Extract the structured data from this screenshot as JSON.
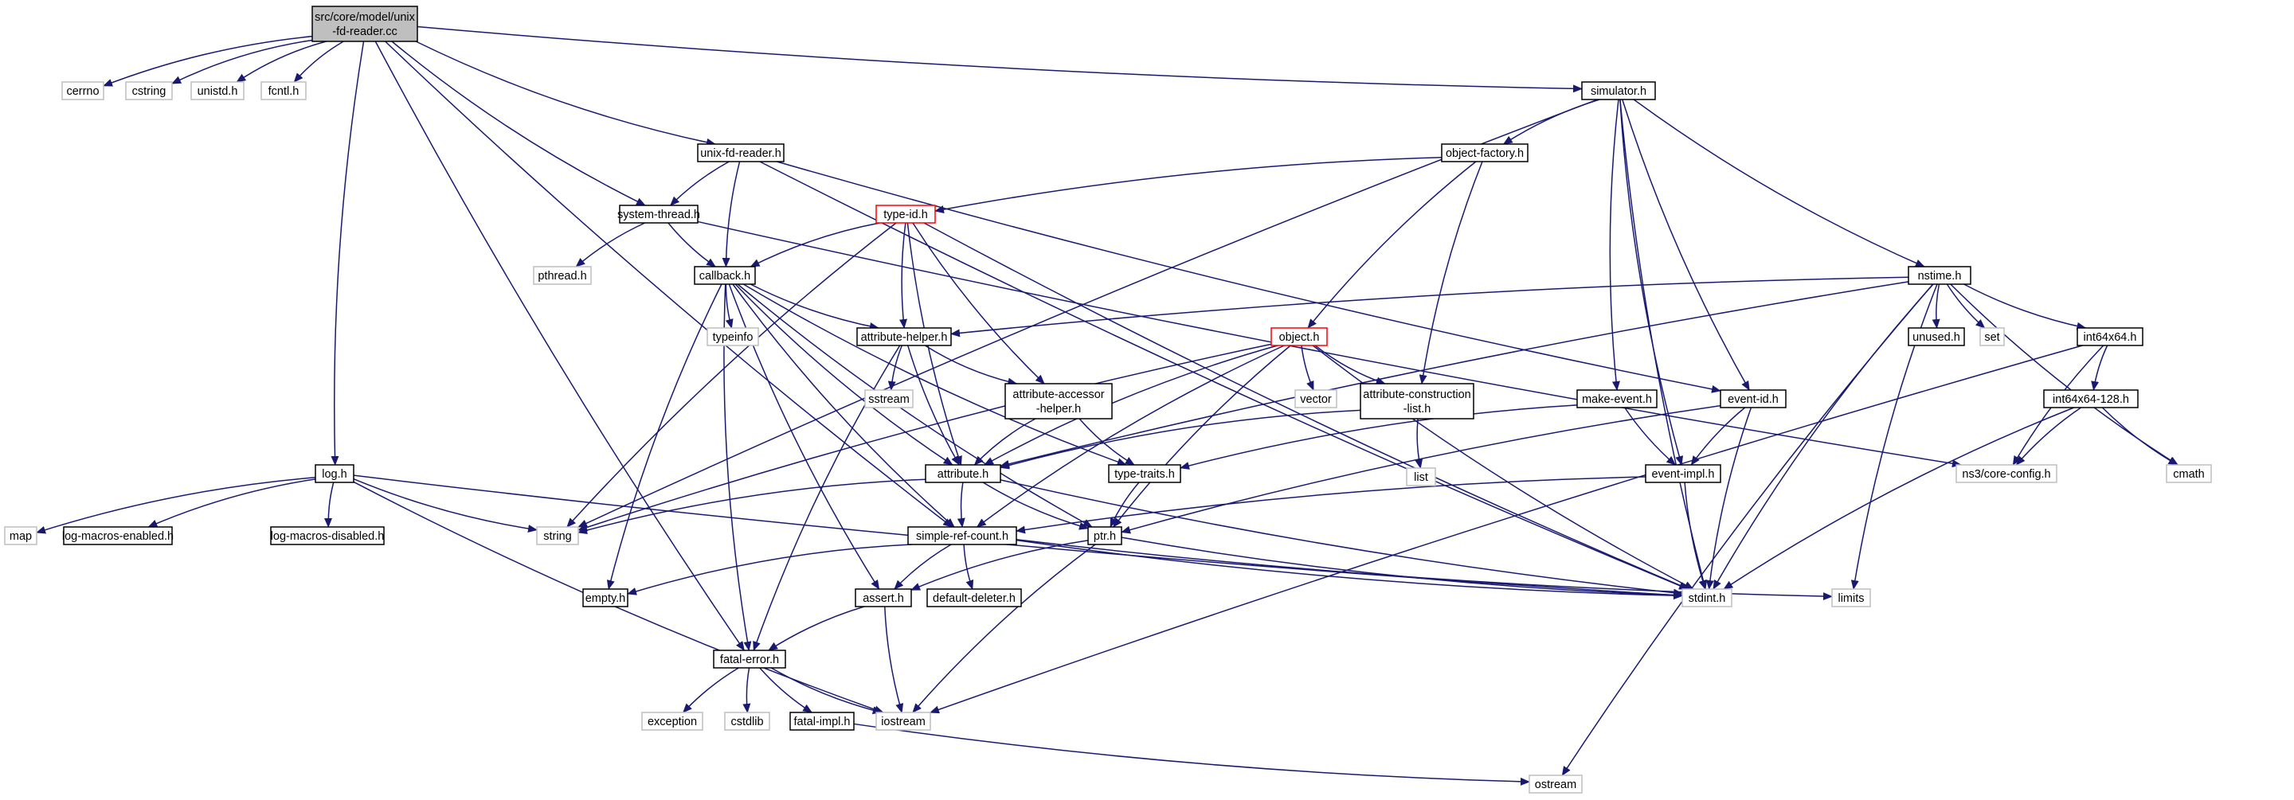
{
  "graph": {
    "title": "src/core/model/unix-fd-reader.cc include dependency graph",
    "colors": {
      "edge": "#191970",
      "box": "#000000",
      "external_box": "#bfbfbf",
      "truncated_box": "#ff0000",
      "root_fill": "#bfbfbf"
    },
    "nodes": [
      {
        "id": "root",
        "lines": [
          "src/core/model/unix",
          "-fd-reader.cc"
        ],
        "kind": "root"
      },
      {
        "id": "cerrno",
        "lines": [
          "cerrno"
        ],
        "kind": "ext"
      },
      {
        "id": "cstring",
        "lines": [
          "cstring"
        ],
        "kind": "ext"
      },
      {
        "id": "unistd",
        "lines": [
          "unistd.h"
        ],
        "kind": "ext"
      },
      {
        "id": "fcntl",
        "lines": [
          "fcntl.h"
        ],
        "kind": "ext"
      },
      {
        "id": "simulator",
        "lines": [
          "simulator.h"
        ],
        "kind": "doc"
      },
      {
        "id": "unixfdreader",
        "lines": [
          "unix-fd-reader.h"
        ],
        "kind": "doc"
      },
      {
        "id": "objectfactory",
        "lines": [
          "object-factory.h"
        ],
        "kind": "doc"
      },
      {
        "id": "systemthread",
        "lines": [
          "system-thread.h"
        ],
        "kind": "doc"
      },
      {
        "id": "typeid",
        "lines": [
          "type-id.h"
        ],
        "kind": "red"
      },
      {
        "id": "pthread",
        "lines": [
          "pthread.h"
        ],
        "kind": "ext"
      },
      {
        "id": "callback",
        "lines": [
          "callback.h"
        ],
        "kind": "doc"
      },
      {
        "id": "nstime",
        "lines": [
          "nstime.h"
        ],
        "kind": "doc"
      },
      {
        "id": "typeinfo",
        "lines": [
          "typeinfo"
        ],
        "kind": "ext"
      },
      {
        "id": "attrhelper",
        "lines": [
          "attribute-helper.h"
        ],
        "kind": "doc"
      },
      {
        "id": "object",
        "lines": [
          "object.h"
        ],
        "kind": "red"
      },
      {
        "id": "unused",
        "lines": [
          "unused.h"
        ],
        "kind": "doc"
      },
      {
        "id": "set",
        "lines": [
          "set"
        ],
        "kind": "ext"
      },
      {
        "id": "int64x64",
        "lines": [
          "int64x64.h"
        ],
        "kind": "doc"
      },
      {
        "id": "sstream",
        "lines": [
          "sstream"
        ],
        "kind": "ext"
      },
      {
        "id": "attraccessor",
        "lines": [
          "attribute-accessor",
          "-helper.h"
        ],
        "kind": "doc"
      },
      {
        "id": "vector",
        "lines": [
          "vector"
        ],
        "kind": "ext"
      },
      {
        "id": "attrconstruction",
        "lines": [
          "attribute-construction",
          "-list.h"
        ],
        "kind": "doc"
      },
      {
        "id": "makeevent",
        "lines": [
          "make-event.h"
        ],
        "kind": "doc"
      },
      {
        "id": "eventid",
        "lines": [
          "event-id.h"
        ],
        "kind": "doc"
      },
      {
        "id": "int128",
        "lines": [
          "int64x64-128.h"
        ],
        "kind": "doc"
      },
      {
        "id": "log",
        "lines": [
          "log.h"
        ],
        "kind": "doc"
      },
      {
        "id": "list",
        "lines": [
          "list"
        ],
        "kind": "ext"
      },
      {
        "id": "attribute",
        "lines": [
          "attribute.h"
        ],
        "kind": "doc"
      },
      {
        "id": "typetraits",
        "lines": [
          "type-traits.h"
        ],
        "kind": "doc"
      },
      {
        "id": "eventimpl",
        "lines": [
          "event-impl.h"
        ],
        "kind": "doc"
      },
      {
        "id": "ns3config",
        "lines": [
          "ns3/core-config.h"
        ],
        "kind": "ext"
      },
      {
        "id": "cmath",
        "lines": [
          "cmath"
        ],
        "kind": "ext"
      },
      {
        "id": "map",
        "lines": [
          "map"
        ],
        "kind": "ext"
      },
      {
        "id": "logenabled",
        "lines": [
          "log-macros-enabled.h"
        ],
        "kind": "doc"
      },
      {
        "id": "logdisabled",
        "lines": [
          "log-macros-disabled.h"
        ],
        "kind": "doc"
      },
      {
        "id": "string",
        "lines": [
          "string"
        ],
        "kind": "ext"
      },
      {
        "id": "simplerefcount",
        "lines": [
          "simple-ref-count.h"
        ],
        "kind": "doc"
      },
      {
        "id": "ptr",
        "lines": [
          "ptr.h"
        ],
        "kind": "doc"
      },
      {
        "id": "empty",
        "lines": [
          "empty.h"
        ],
        "kind": "doc"
      },
      {
        "id": "assert",
        "lines": [
          "assert.h"
        ],
        "kind": "doc"
      },
      {
        "id": "defaultdeleter",
        "lines": [
          "default-deleter.h"
        ],
        "kind": "doc"
      },
      {
        "id": "stdint",
        "lines": [
          "stdint.h"
        ],
        "kind": "ext"
      },
      {
        "id": "limits",
        "lines": [
          "limits"
        ],
        "kind": "ext"
      },
      {
        "id": "fatalerror",
        "lines": [
          "fatal-error.h"
        ],
        "kind": "doc"
      },
      {
        "id": "exception",
        "lines": [
          "exception"
        ],
        "kind": "ext"
      },
      {
        "id": "cstdlib",
        "lines": [
          "cstdlib"
        ],
        "kind": "ext"
      },
      {
        "id": "fatalimpl",
        "lines": [
          "fatal-impl.h"
        ],
        "kind": "doc"
      },
      {
        "id": "iostream",
        "lines": [
          "iostream"
        ],
        "kind": "ext"
      },
      {
        "id": "ostream",
        "lines": [
          "ostream"
        ],
        "kind": "ext"
      }
    ],
    "edges": [
      [
        "root",
        "cerrno"
      ],
      [
        "root",
        "cstring"
      ],
      [
        "root",
        "unistd"
      ],
      [
        "root",
        "fcntl"
      ],
      [
        "root",
        "simulator"
      ],
      [
        "root",
        "unixfdreader"
      ],
      [
        "root",
        "systemthread"
      ],
      [
        "root",
        "log"
      ],
      [
        "root",
        "simplerefcount"
      ],
      [
        "root",
        "fatalerror"
      ],
      [
        "simulator",
        "objectfactory"
      ],
      [
        "simulator",
        "string"
      ],
      [
        "simulator",
        "nstime"
      ],
      [
        "simulator",
        "makeevent"
      ],
      [
        "simulator",
        "eventid"
      ],
      [
        "simulator",
        "eventimpl"
      ],
      [
        "simulator",
        "stdint"
      ],
      [
        "unixfdreader",
        "systemthread"
      ],
      [
        "unixfdreader",
        "callback"
      ],
      [
        "unixfdreader",
        "eventid"
      ],
      [
        "unixfdreader",
        "stdint"
      ],
      [
        "objectfactory",
        "typeid"
      ],
      [
        "objectfactory",
        "object"
      ],
      [
        "objectfactory",
        "attrconstruction"
      ],
      [
        "systemthread",
        "pthread"
      ],
      [
        "systemthread",
        "callback"
      ],
      [
        "systemthread",
        "ns3config"
      ],
      [
        "typeid",
        "callback"
      ],
      [
        "typeid",
        "attrhelper"
      ],
      [
        "typeid",
        "attraccessor"
      ],
      [
        "typeid",
        "attribute"
      ],
      [
        "typeid",
        "string"
      ],
      [
        "typeid",
        "stdint"
      ],
      [
        "callback",
        "typeinfo"
      ],
      [
        "callback",
        "attrhelper"
      ],
      [
        "callback",
        "attribute"
      ],
      [
        "callback",
        "typetraits"
      ],
      [
        "callback",
        "simplerefcount"
      ],
      [
        "callback",
        "ptr"
      ],
      [
        "callback",
        "empty"
      ],
      [
        "callback",
        "fatalerror"
      ],
      [
        "callback",
        "assert"
      ],
      [
        "nstime",
        "attrhelper"
      ],
      [
        "nstime",
        "attribute"
      ],
      [
        "nstime",
        "unused"
      ],
      [
        "nstime",
        "set"
      ],
      [
        "nstime",
        "int64x64"
      ],
      [
        "nstime",
        "cmath"
      ],
      [
        "nstime",
        "limits"
      ],
      [
        "nstime",
        "stdint"
      ],
      [
        "nstime",
        "ostream"
      ],
      [
        "attrhelper",
        "sstream"
      ],
      [
        "attrhelper",
        "attraccessor"
      ],
      [
        "attrhelper",
        "attribute"
      ],
      [
        "attrhelper",
        "fatalerror"
      ],
      [
        "object",
        "attribute"
      ],
      [
        "object",
        "vector"
      ],
      [
        "object",
        "attrconstruction"
      ],
      [
        "object",
        "ptr"
      ],
      [
        "object",
        "simplerefcount"
      ],
      [
        "object",
        "string"
      ],
      [
        "object",
        "stdint"
      ],
      [
        "int64x64",
        "int128"
      ],
      [
        "int64x64",
        "ns3config"
      ],
      [
        "int64x64",
        "iostream"
      ],
      [
        "attraccessor",
        "attribute"
      ],
      [
        "attraccessor",
        "typetraits"
      ],
      [
        "attrconstruction",
        "list"
      ],
      [
        "attrconstruction",
        "attribute"
      ],
      [
        "makeevent",
        "eventimpl"
      ],
      [
        "makeevent",
        "typetraits"
      ],
      [
        "eventid",
        "eventimpl"
      ],
      [
        "eventid",
        "ptr"
      ],
      [
        "eventid",
        "stdint"
      ],
      [
        "int128",
        "ns3config"
      ],
      [
        "int128",
        "cmath"
      ],
      [
        "int128",
        "stdint"
      ],
      [
        "log",
        "map"
      ],
      [
        "log",
        "logenabled"
      ],
      [
        "log",
        "logdisabled"
      ],
      [
        "log",
        "string"
      ],
      [
        "log",
        "stdint"
      ],
      [
        "log",
        "iostream"
      ],
      [
        "attribute",
        "string"
      ],
      [
        "attribute",
        "ptr"
      ],
      [
        "attribute",
        "simplerefcount"
      ],
      [
        "attribute",
        "stdint"
      ],
      [
        "typetraits",
        "ptr"
      ],
      [
        "eventimpl",
        "simplerefcount"
      ],
      [
        "eventimpl",
        "stdint"
      ],
      [
        "simplerefcount",
        "empty"
      ],
      [
        "simplerefcount",
        "assert"
      ],
      [
        "simplerefcount",
        "defaultdeleter"
      ],
      [
        "simplerefcount",
        "stdint"
      ],
      [
        "simplerefcount",
        "limits"
      ],
      [
        "ptr",
        "assert"
      ],
      [
        "ptr",
        "iostream"
      ],
      [
        "ptr",
        "stdint"
      ],
      [
        "assert",
        "fatalerror"
      ],
      [
        "assert",
        "iostream"
      ],
      [
        "fatalerror",
        "exception"
      ],
      [
        "fatalerror",
        "cstdlib"
      ],
      [
        "fatalerror",
        "fatalimpl"
      ],
      [
        "fatalerror",
        "iostream"
      ],
      [
        "fatalimpl",
        "ostream"
      ]
    ]
  }
}
